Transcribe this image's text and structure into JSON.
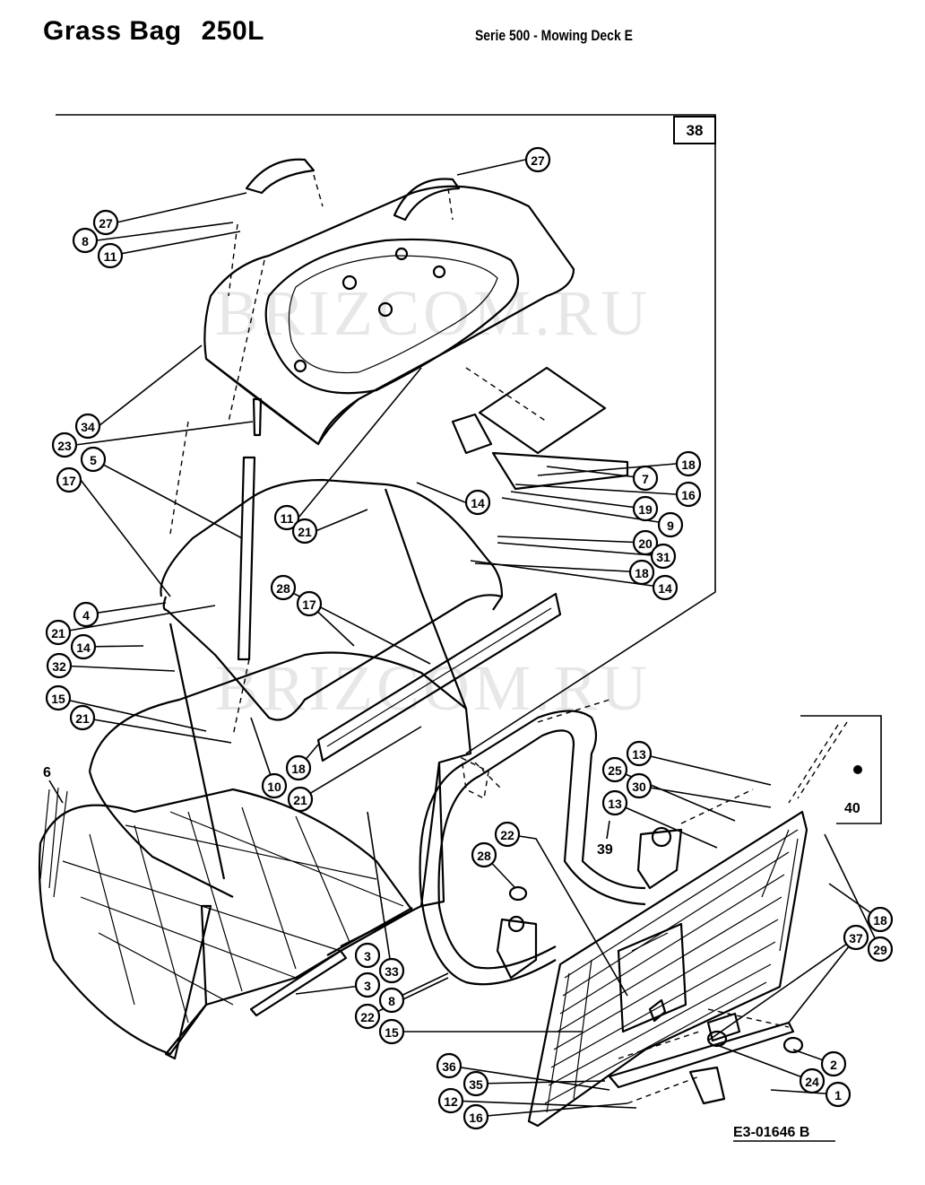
{
  "header": {
    "title": "Grass Bag",
    "capacity": "250L",
    "subtitle": "Serie 500 - Mowing Deck  E"
  },
  "watermarks": [
    "BRIZCOM.RU",
    "BRIZCOM.RU"
  ],
  "diagram": {
    "group_label": "38",
    "inset_label": "40",
    "reference": "E3-01646 B",
    "plain_labels": [
      "6",
      "39",
      "40"
    ],
    "callouts": [
      "27",
      "27",
      "8",
      "11",
      "34",
      "23",
      "5",
      "17",
      "11",
      "21",
      "14",
      "18",
      "7",
      "16",
      "19",
      "9",
      "20",
      "31",
      "18",
      "14",
      "28",
      "17",
      "4",
      "21",
      "14",
      "32",
      "15",
      "21",
      "18",
      "10",
      "21",
      "13",
      "25",
      "30",
      "13",
      "22",
      "28",
      "3",
      "33",
      "3",
      "8",
      "22",
      "15",
      "36",
      "35",
      "12",
      "16",
      "18",
      "37",
      "29",
      "2",
      "24",
      "1"
    ]
  }
}
